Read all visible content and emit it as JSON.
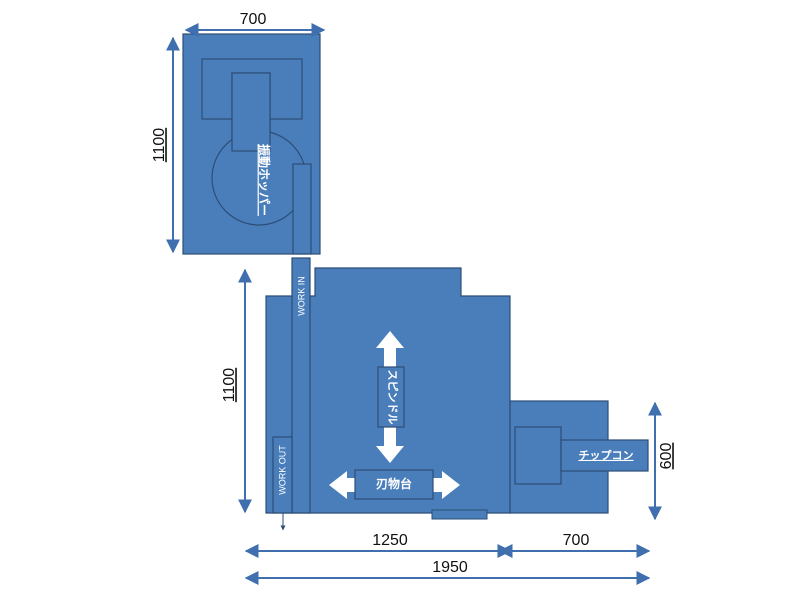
{
  "colors": {
    "fill": "#4a7ebb",
    "stroke": "#2c4d75",
    "dimension": "#3f6fae",
    "arrow": "#ffffff",
    "label_text": "#ffffff",
    "dimension_text": "#111111"
  },
  "dimensions": {
    "hopper_width": "700",
    "hopper_height": "1100",
    "machine_height": "1100",
    "machine_width": "1250",
    "conveyor_width": "700",
    "conveyor_height": "600",
    "total_width": "1950"
  },
  "labels": {
    "hopper": "振動ホッパー",
    "work_in": "WORK IN",
    "work_out": "WORK OUT",
    "spindle": "スピンドル",
    "tool_table": "刃物台",
    "chip_conveyor": "チップコン"
  }
}
